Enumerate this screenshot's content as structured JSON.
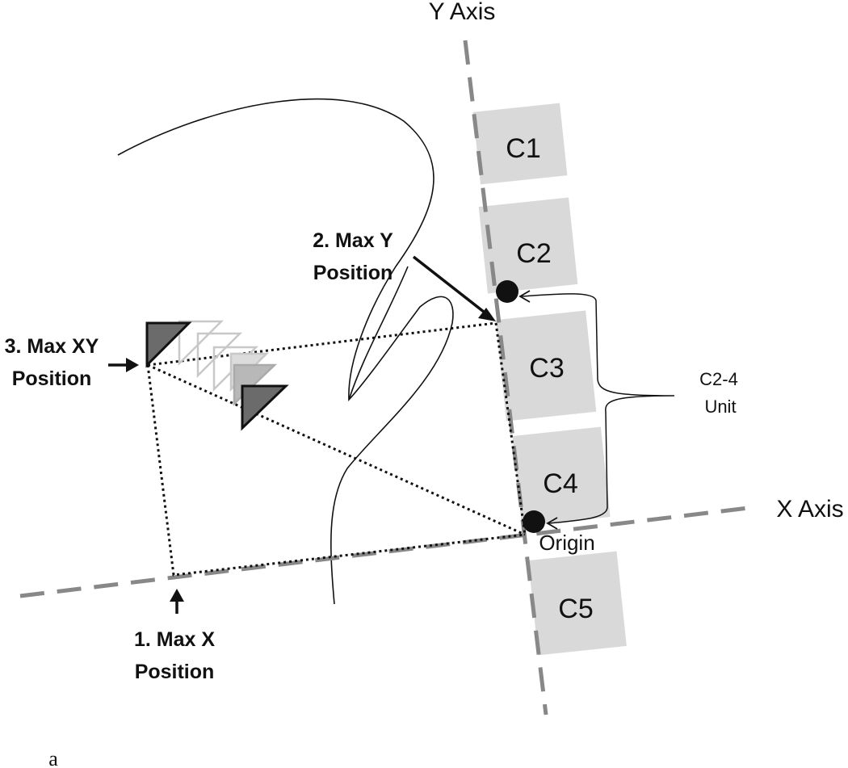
{
  "axes": {
    "y_label": "Y Axis",
    "x_label": "X Axis"
  },
  "vertebrae": [
    "C1",
    "C2",
    "C3",
    "C4",
    "C5"
  ],
  "positions": {
    "max_x": {
      "line1": "1. Max X",
      "line2": "Position"
    },
    "max_y": {
      "line1": "2. Max Y",
      "line2": "Position"
    },
    "max_xy": {
      "line1": "3. Max XY",
      "line2": "Position"
    }
  },
  "unit_label": {
    "line1": "C2-4",
    "line2": "Unit"
  },
  "origin_label": "Origin",
  "figure_label": "a",
  "colors": {
    "axis": "#888888",
    "vertebra_fill": "#d9d9d9",
    "marker_dark": "#6b6b6b",
    "marker_ghost": "#c0c0c0"
  }
}
